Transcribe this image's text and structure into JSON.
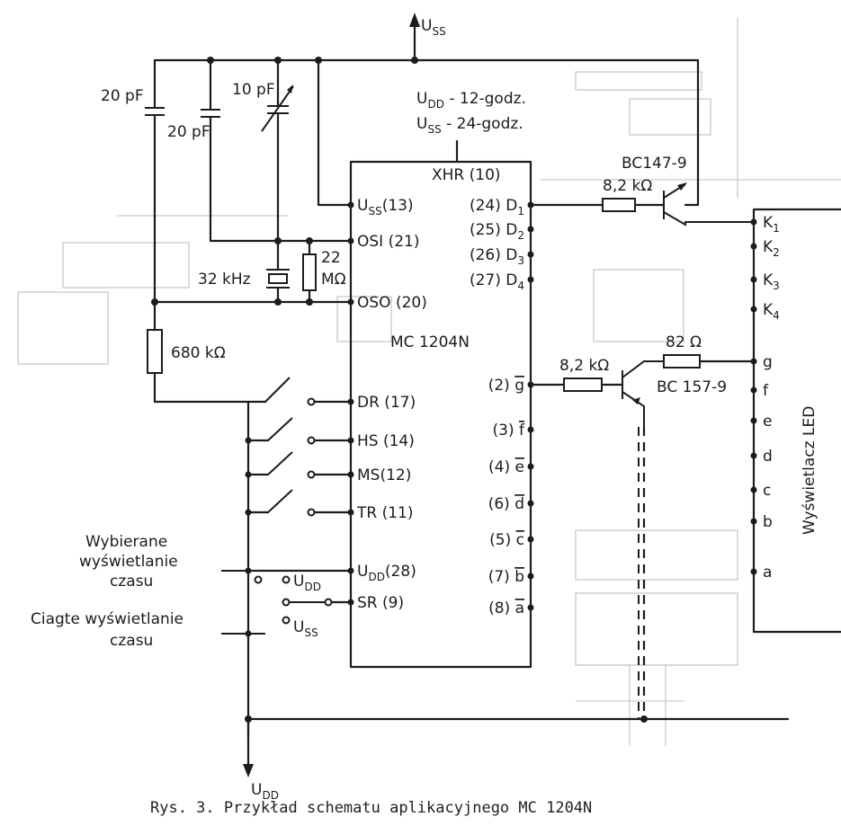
{
  "labels": {
    "uss_top": "U",
    "uss_top_sub": "SS",
    "cap_20pf_a": "20 pF",
    "cap_20pf_b": "20 pF",
    "cap_10pf": "10 pF",
    "crystal": "32 kHz",
    "res_22_num": "22",
    "res_22_unit": "MΩ",
    "res_680k": "680 kΩ",
    "note_udd_a": "U",
    "note_udd_sub": "DD",
    "note_udd_text": " - 12-godz.",
    "note_uss_a": "U",
    "note_uss_sub": "SS",
    "note_uss_text": " - 24-godz.",
    "chip_name": "MC 1204N",
    "t1_name": "BC147-9",
    "t1_res": "8,2 kΩ",
    "t2_name": "BC 157-9",
    "t2_res": "8,2 kΩ",
    "res_82": "82 Ω",
    "display_label": "Wyświetlacz LED",
    "wyb_1": "Wybierane",
    "wyb_2": "wyświetlanie",
    "wyb_3": "czasu",
    "ciag_1": "Ciagte wyświetlanie",
    "ciag_2": "czasu",
    "sw_udd": "U",
    "sw_udd_sub": "DD",
    "sw_uss": "U",
    "sw_uss_sub": "SS",
    "udd_bottom": "U",
    "udd_bottom_sub": "DD",
    "caption": "Rys. 3. Przykład schematu aplikacyjnego MC 1204N"
  },
  "left_pins": [
    {
      "label": "U",
      "sub": "SS",
      "num": "(13)"
    },
    {
      "label": "OSI (21)",
      "sub": "",
      "num": ""
    },
    {
      "label": "OSO (20)",
      "sub": "",
      "num": ""
    },
    {
      "label": "DR (17)",
      "sub": "",
      "num": ""
    },
    {
      "label": "HS (14)",
      "sub": "",
      "num": ""
    },
    {
      "label": "MS(12)",
      "sub": "",
      "num": ""
    },
    {
      "label": "TR (11)",
      "sub": "",
      "num": ""
    },
    {
      "label": "U",
      "sub": "DD",
      "num": "(28)"
    },
    {
      "label": "SR (9)",
      "sub": "",
      "num": ""
    }
  ],
  "top_pin": "XHR (10)",
  "right_pins": [
    {
      "num": "(24)",
      "name": "D",
      "sub": "1",
      "over": false
    },
    {
      "num": "(25)",
      "name": "D",
      "sub": "2",
      "over": false
    },
    {
      "num": "(26)",
      "name": "D",
      "sub": "3",
      "over": false
    },
    {
      "num": "(27)",
      "name": "D",
      "sub": "4",
      "over": false
    },
    {
      "num": "(2)",
      "name": "g",
      "sub": "",
      "over": true
    },
    {
      "num": "(3)",
      "name": "f",
      "sub": "",
      "over": true
    },
    {
      "num": "(4)",
      "name": "e",
      "sub": "",
      "over": true
    },
    {
      "num": "(6)",
      "name": "d",
      "sub": "",
      "over": true
    },
    {
      "num": "(5)",
      "name": "c",
      "sub": "",
      "over": true
    },
    {
      "num": "(7)",
      "name": "b",
      "sub": "",
      "over": true
    },
    {
      "num": "(8)",
      "name": "a",
      "sub": "",
      "over": true
    }
  ],
  "display_pins": [
    {
      "label": "K",
      "sub": "1"
    },
    {
      "label": "K",
      "sub": "2"
    },
    {
      "label": "K",
      "sub": "3"
    },
    {
      "label": "K",
      "sub": "4"
    },
    {
      "label": "g",
      "sub": ""
    },
    {
      "label": "f",
      "sub": ""
    },
    {
      "label": "e",
      "sub": ""
    },
    {
      "label": "d",
      "sub": ""
    },
    {
      "label": "c",
      "sub": ""
    },
    {
      "label": "b",
      "sub": ""
    },
    {
      "label": "a",
      "sub": ""
    }
  ]
}
